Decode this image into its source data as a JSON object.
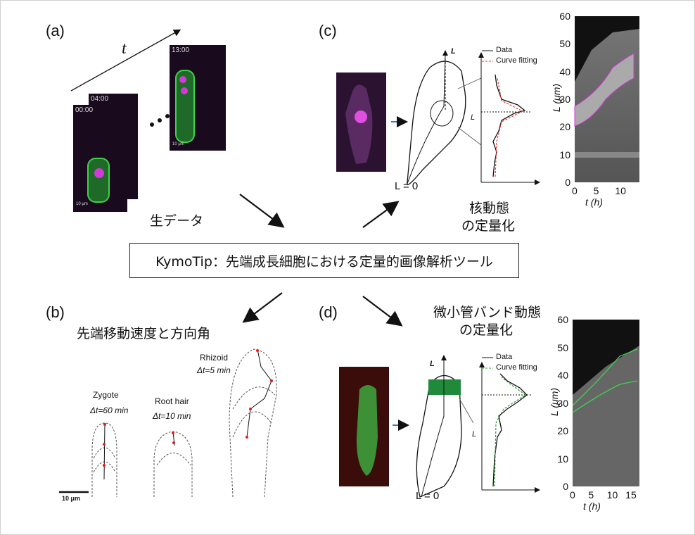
{
  "title": "KymoTip：先端成長細胞における定量的画像解析ツール",
  "panel_a": {
    "label": "(a)",
    "time_symbol": "t",
    "frames": [
      "00:00",
      "04:00",
      "13:00"
    ],
    "scale_bar": "10 μm",
    "caption": "生データ"
  },
  "panel_b": {
    "label": "(b)",
    "caption": "先端移動速度と方向角",
    "cells": [
      {
        "name": "Zygote",
        "dt": "Δt=60 min"
      },
      {
        "name": "Root hair",
        "dt": "Δt=10 min"
      },
      {
        "name": "Rhizoid",
        "dt": "Δt=5 min"
      }
    ],
    "scale_bar": "10 μm"
  },
  "panel_c": {
    "label": "(c)",
    "caption_line1": "核動態",
    "caption_line2": "の定量化",
    "axis_L": "L",
    "L0": "L = 0",
    "legend": [
      "Data",
      "Curve fitting"
    ],
    "fit_color": "#e23b2e",
    "kymo": {
      "y_ticks": [
        "0",
        "10",
        "20",
        "30",
        "40",
        "50",
        "60"
      ],
      "x_ticks": [
        "0",
        "5",
        "10"
      ],
      "ylabel": "L (μm)",
      "xlabel": "t (h)"
    }
  },
  "panel_d": {
    "label": "(d)",
    "caption_line1": "微小管バンド動態",
    "caption_line2": "の定量化",
    "axis_L": "L",
    "L0": "L = 0",
    "legend": [
      "Data",
      "Curve fitting"
    ],
    "fit_color": "#2ca02c",
    "kymo": {
      "y_ticks": [
        "0",
        "10",
        "20",
        "30",
        "40",
        "50",
        "60"
      ],
      "x_ticks": [
        "0",
        "5",
        "10",
        "15"
      ],
      "ylabel": "L (μm)",
      "xlabel": "t (h)"
    }
  },
  "colors": {
    "arrow_blue": "#2f7fd1",
    "green": "#3fd14a",
    "magenta": "#d23ad8"
  }
}
